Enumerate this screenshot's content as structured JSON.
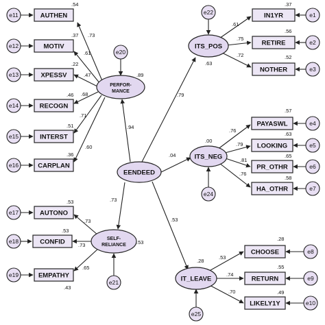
{
  "latents": {
    "eendeed": "EENDEED",
    "performance_line1": "PERFOR-",
    "performance_line2": "MANCE",
    "self_reliance_line1": "SELF-",
    "self_reliance_line2": "RELIANCE",
    "its_pos": "ITS_POS",
    "its_neg": "ITS_NEG",
    "it_leave": "IT_LEAVE"
  },
  "latent_r2": {
    "performance": ".89",
    "self_reliance": ".53",
    "its_pos": ".63",
    "its_neg": ".00",
    "it_leave": ".28"
  },
  "disturbances": {
    "performance": "e20",
    "self_reliance": "e21",
    "its_pos": "e22",
    "its_neg": "e24",
    "it_leave": "e25"
  },
  "structural_paths": {
    "eendeed_performance": ".94",
    "eendeed_self_reliance": ".73",
    "eendeed_its_pos": ".79",
    "eendeed_its_neg": ".04",
    "eendeed_it_leave": ".53"
  },
  "indicators": [
    {
      "id": "authen",
      "label": "AUTHEN",
      "error": "e11",
      "r2": ".54",
      "loading": ".73"
    },
    {
      "id": "motiv",
      "label": "MOTIV",
      "error": "e12",
      "r2": ".37",
      "loading": ".61"
    },
    {
      "id": "xpessv",
      "label": "XPESSV",
      "error": "e13",
      "r2": ".22",
      "loading": ".47"
    },
    {
      "id": "recogn",
      "label": "RECOGN",
      "error": "e14",
      "r2": ".46",
      "loading": ".68"
    },
    {
      "id": "interst",
      "label": "INTERST",
      "error": "e15",
      "r2": ".51",
      "loading": ".71"
    },
    {
      "id": "carplan",
      "label": "CARPLAN",
      "error": "e16",
      "r2": ".36",
      "loading": ".60"
    },
    {
      "id": "autono",
      "label": "AUTONO",
      "error": "e17",
      "r2": ".53",
      "loading": ".73"
    },
    {
      "id": "confid",
      "label": "CONFID",
      "error": "e18",
      "r2": ".53",
      "loading": ".73"
    },
    {
      "id": "empathy",
      "label": "EMPATHY",
      "error": "e19",
      "r2": ".43",
      "loading": ".65"
    },
    {
      "id": "in1yr",
      "label": "IN1YR",
      "error": "e1",
      "r2": ".37",
      "loading": ".61"
    },
    {
      "id": "retire",
      "label": "RETIRE",
      "error": "e2",
      "r2": ".56",
      "loading": ".75"
    },
    {
      "id": "nother",
      "label": "NOTHER",
      "error": "e3",
      "r2": ".52",
      "loading": ".72"
    },
    {
      "id": "payaswl",
      "label": "PAYASWL",
      "error": "e4",
      "r2": ".57",
      "loading": ".76"
    },
    {
      "id": "looking",
      "label": "LOOKING",
      "error": "e5",
      "r2": ".63",
      "loading": ".79"
    },
    {
      "id": "pr_othr",
      "label": "PR_OTHR",
      "error": "e6",
      "r2": ".65",
      "loading": ".81"
    },
    {
      "id": "ha_othr",
      "label": "HA_OTHR",
      "error": "e7",
      "r2": ".58",
      "loading": ".76"
    },
    {
      "id": "choose",
      "label": "CHOOSE",
      "error": "e8",
      "r2": ".28",
      "loading": ".53"
    },
    {
      "id": "return",
      "label": "RETURN",
      "error": "e9",
      "r2": ".55",
      "loading": ".74"
    },
    {
      "id": "likely1y",
      "label": "LIKELY1Y",
      "error": "e10",
      "r2": ".49",
      "loading": ".70"
    }
  ]
}
